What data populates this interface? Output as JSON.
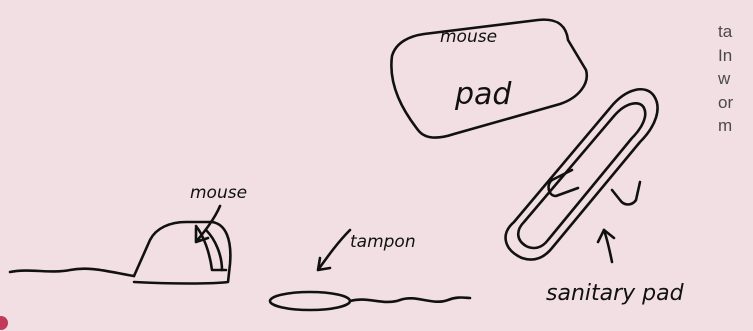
{
  "illustration": {
    "labels": {
      "mouse_pad_line1": "mouse",
      "mouse_pad_line2": "pad",
      "mouse": "mouse",
      "tampon": "tampon",
      "sanitary_pad": "sanitary pad"
    },
    "side_text_lines": [
      "ta",
      "In",
      "w",
      "or",
      "m"
    ],
    "colors": {
      "background": "#f2dfe3",
      "ink": "#111111",
      "side_text": "#4a4a4a",
      "accent": "#c23a5a"
    }
  }
}
